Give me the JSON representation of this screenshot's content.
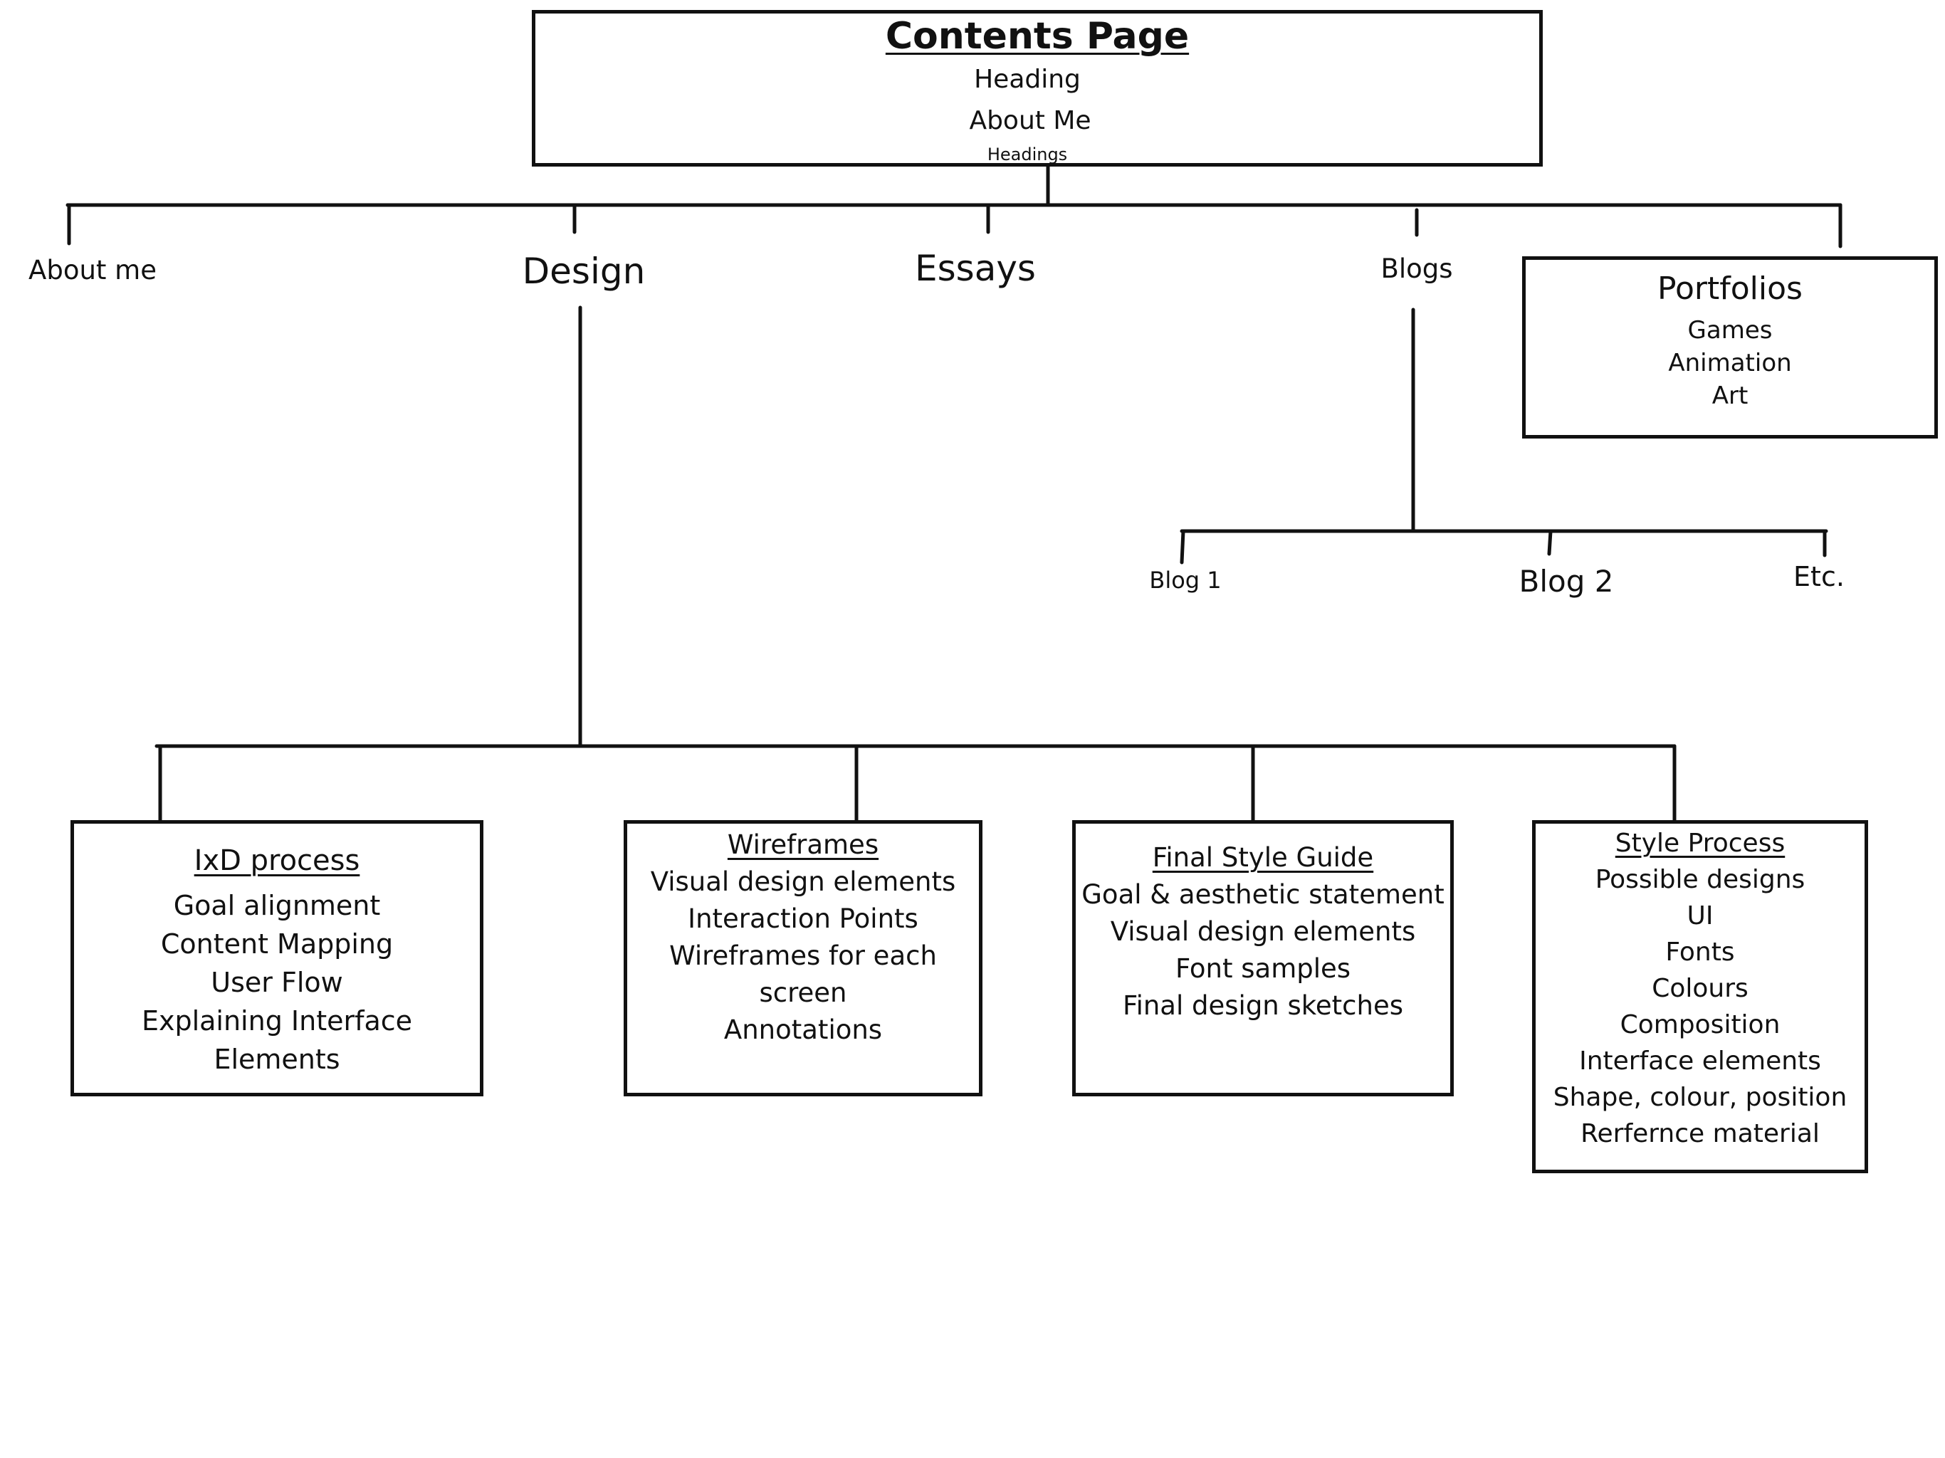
{
  "root": {
    "title": "Contents Page",
    "lines": [
      "Heading",
      "About Me",
      "Headings"
    ]
  },
  "top_level": {
    "about_me": "About me",
    "design": "Design",
    "essays": "Essays",
    "blogs": "Blogs",
    "portfolios": {
      "title": "Portfolios",
      "items": [
        "Games",
        "Animation",
        "Art"
      ]
    }
  },
  "blogs_children": [
    "Blog 1",
    "Blog 2",
    "Etc."
  ],
  "design_children": [
    {
      "title": "IxD process",
      "items": [
        "Goal alignment",
        "Content Mapping",
        "User Flow",
        "Explaining Interface",
        "Elements"
      ]
    },
    {
      "title": "Wireframes",
      "items": [
        "Visual design elements",
        "Interaction Points",
        "Wireframes for each",
        "screen",
        "Annotations"
      ]
    },
    {
      "title": "Final Style Guide",
      "items": [
        "Goal & aesthetic statement",
        "Visual design elements",
        "Font samples",
        "Final design sketches"
      ]
    },
    {
      "title": "Style Process",
      "items": [
        "Possible designs",
        "UI",
        "Fonts",
        "Colours",
        "Composition",
        "Interface elements",
        "Shape, colour, position",
        "Rerfernce material"
      ]
    }
  ]
}
